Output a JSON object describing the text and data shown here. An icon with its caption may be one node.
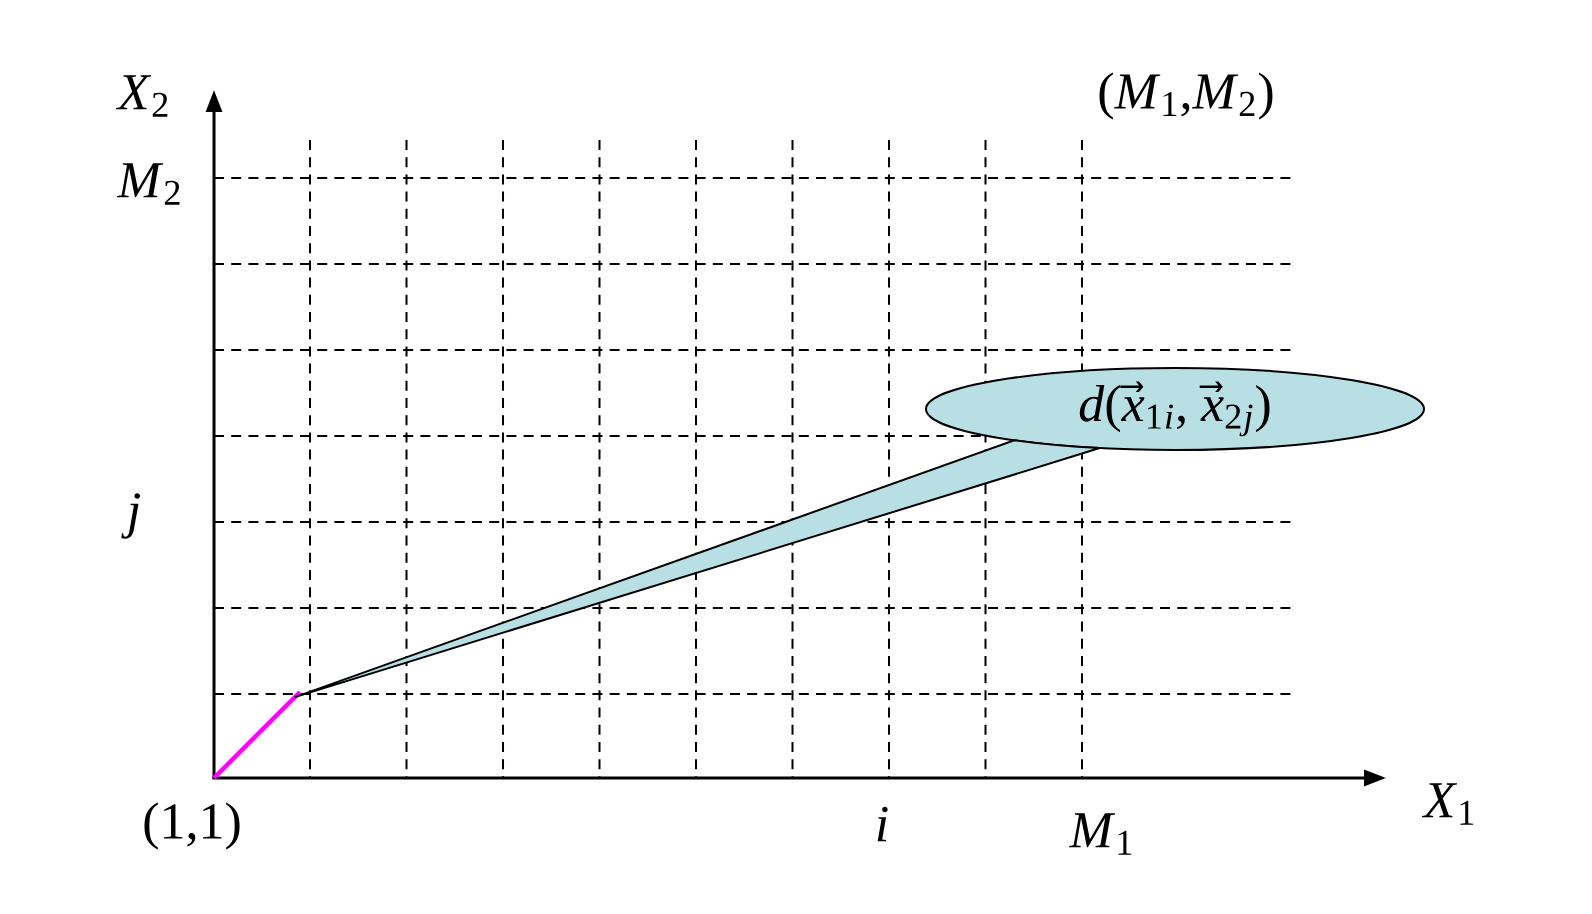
{
  "diagram": {
    "nodes": [
      {
        "text": [
          "*d*(*x⃗*$_{1}$*$_{i}$*, *x⃗*$_{2}$*$_{j}$*)"
        ]
      },
      {
        "text": [],
        "shape": "line"
      }
    ],
    "edges": [
      {
        "from": 0,
        "to": 1,
        "arrow": "none"
      }
    ],
    "labels": [
      "*X*$_{2}$",
      "(*M*$_{1}$,*M*$_{2}$)",
      "*M*$_{2}$",
      "j",
      "(1,1)",
      "i",
      "*M*$_{1}$",
      "*X*$_{1}$"
    ]
  }
}
